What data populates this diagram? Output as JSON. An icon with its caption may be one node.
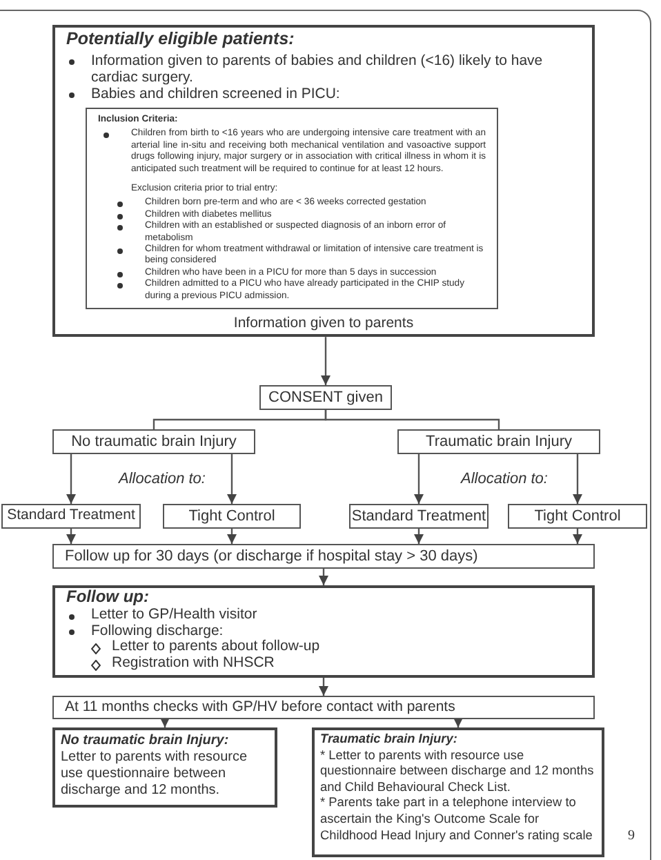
{
  "diagram": {
    "nodes": [
      {
        "text": [
          "Potentially eligible patients:",
          "Information given to parents of babies and children (<16) likely to have cardiac surgery.",
          "Babies and children screened in PICU:",
          "Information given to parents"
        ]
      },
      {
        "text": [
          "Inclusion Criteria:",
          "Children from birth to <16 years who are undergoing intensive care treatment with an arterial line in-situ and receiving both mechanical ventilation and vasoactive support drugs following injury, major surgery or in association with critical illness in whom it is anticipated such treatment will be required to continue for at least 12 hours.",
          "Exclusion criteria prior to trial entry:",
          "Children born pre-term and who are < 36 weeks corrected gestation",
          "Children with diabetes mellitus",
          "Children with an established or suspected diagnosis of an inborn error of metabolism",
          "Children for whom treatment withdrawal or limitation of intensive care treatment is being considered",
          "Children who have been in a PICU for more than 5 days in succession",
          "Children admitted to a  PICU  who have already participated in the CHIP study during a previous PICU admission."
        ],
        "in": 0
      },
      {
        "text": [
          "CONSENT given"
        ]
      },
      {
        "text": [
          "No traumatic brain Injury"
        ]
      },
      {
        "text": [
          "Traumatic brain Injury"
        ]
      },
      {
        "text": [
          "Standard Treatment"
        ]
      },
      {
        "text": [
          "Tight Control"
        ]
      },
      {
        "text": [
          "Standard Treatment"
        ]
      },
      {
        "text": [
          "Tight Control"
        ]
      },
      {
        "text": [
          "Follow up for 30 days (or discharge if hospital stay > 30 days)"
        ]
      },
      {
        "text": [
          "Follow up:",
          "Letter to GP/Health visitor",
          "Following discharge:",
          "Letter to parents about follow-up",
          "Registration with NHSCR"
        ]
      },
      {
        "text": [
          "At 11 months checks with GP/HV before contact with parents"
        ]
      },
      {
        "text": [
          "No traumatic brain Injury:",
          "Letter to parents with resource use questionnaire between discharge and 12 months."
        ]
      },
      {
        "text": [
          "Traumatic brain Injury:",
          "* Letter to parents with resource use questionnaire between discharge and 12 months and Child Behavioural Check List.",
          "* Parents take part in a telephone interview to ascertain the King's Outcome Scale for Childhood Head Injury and Conner's rating scale"
        ]
      }
    ],
    "edges": [
      {
        "from": 0,
        "to": 2,
        "arrow": "to"
      },
      {
        "from": 2,
        "to": 3,
        "arrow": "none"
      },
      {
        "from": 2,
        "to": 4,
        "arrow": "none"
      },
      {
        "from": 3,
        "to": 5,
        "arrow": "to"
      },
      {
        "from": 3,
        "to": 6,
        "arrow": "to"
      },
      {
        "from": 4,
        "to": 7,
        "arrow": "to"
      },
      {
        "from": 4,
        "to": 8,
        "arrow": "to"
      },
      {
        "from": 5,
        "to": 9,
        "arrow": "to"
      },
      {
        "from": 6,
        "to": 9,
        "arrow": "to"
      },
      {
        "from": 7,
        "to": 9,
        "arrow": "to"
      },
      {
        "from": 8,
        "to": 9,
        "arrow": "to"
      },
      {
        "from": 9,
        "to": 10,
        "arrow": "to"
      },
      {
        "from": 10,
        "to": 11,
        "arrow": "to"
      },
      {
        "from": 11,
        "to": 12,
        "arrow": "to"
      },
      {
        "from": 11,
        "to": 13,
        "arrow": "to"
      }
    ],
    "labels": [
      "Allocation to:",
      "Allocation to:",
      "9"
    ]
  }
}
